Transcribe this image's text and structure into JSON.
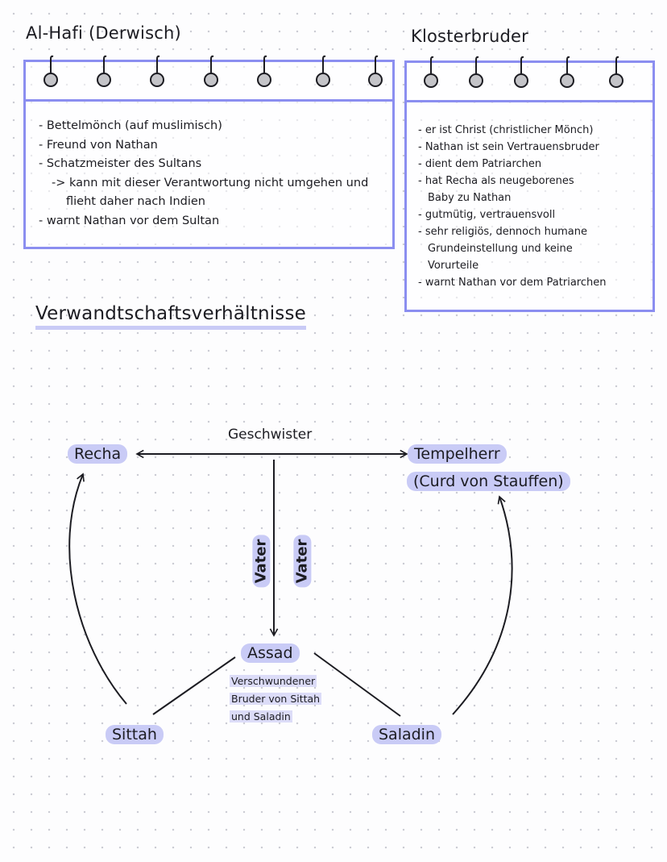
{
  "alhafi": {
    "title": "Al-Hafi (Derwisch)",
    "items": [
      "- Bettelmönch (auf muslimisch)",
      "- Freund von Nathan",
      "- Schatzmeister des Sultans",
      "-> kann mit dieser Verantwortung nicht umgehen und",
      "flieht daher nach Indien",
      "- warnt Nathan vor dem Sultan"
    ]
  },
  "klosterbruder": {
    "title": "Klosterbruder",
    "items": [
      "- er ist Christ (christlicher Mönch)",
      "- Nathan ist sein Vertrauensbruder",
      "- dient dem Patriarchen",
      "- hat Recha als neugeborenes",
      "Baby zu Nathan",
      "- gutmütig, vertrauensvoll",
      "- sehr religiös, dennoch humane",
      "Grundeinstellung und keine",
      "Vorurteile",
      "- warnt Nathan vor dem Patriarchen"
    ]
  },
  "section": {
    "title": "Verwandtschaftsverhältnisse"
  },
  "diagram": {
    "nodes": {
      "recha": "Recha",
      "tempelherr_line1": "Tempelherr",
      "tempelherr_line2": "(Curd von Stauffen)",
      "assad": "Assad",
      "sittah": "Sittah",
      "saladin": "Saladin"
    },
    "labels": {
      "geschwister": "Geschwister",
      "vater_left": "Vater",
      "vater_right": "Vater"
    },
    "assad_note": [
      "Verschwundener",
      "Bruder von Sittah",
      "und Saladin"
    ]
  },
  "colors": {
    "accent": "#8b8ef0",
    "highlight": "#c9cbf6",
    "ink": "#1c1c22"
  }
}
